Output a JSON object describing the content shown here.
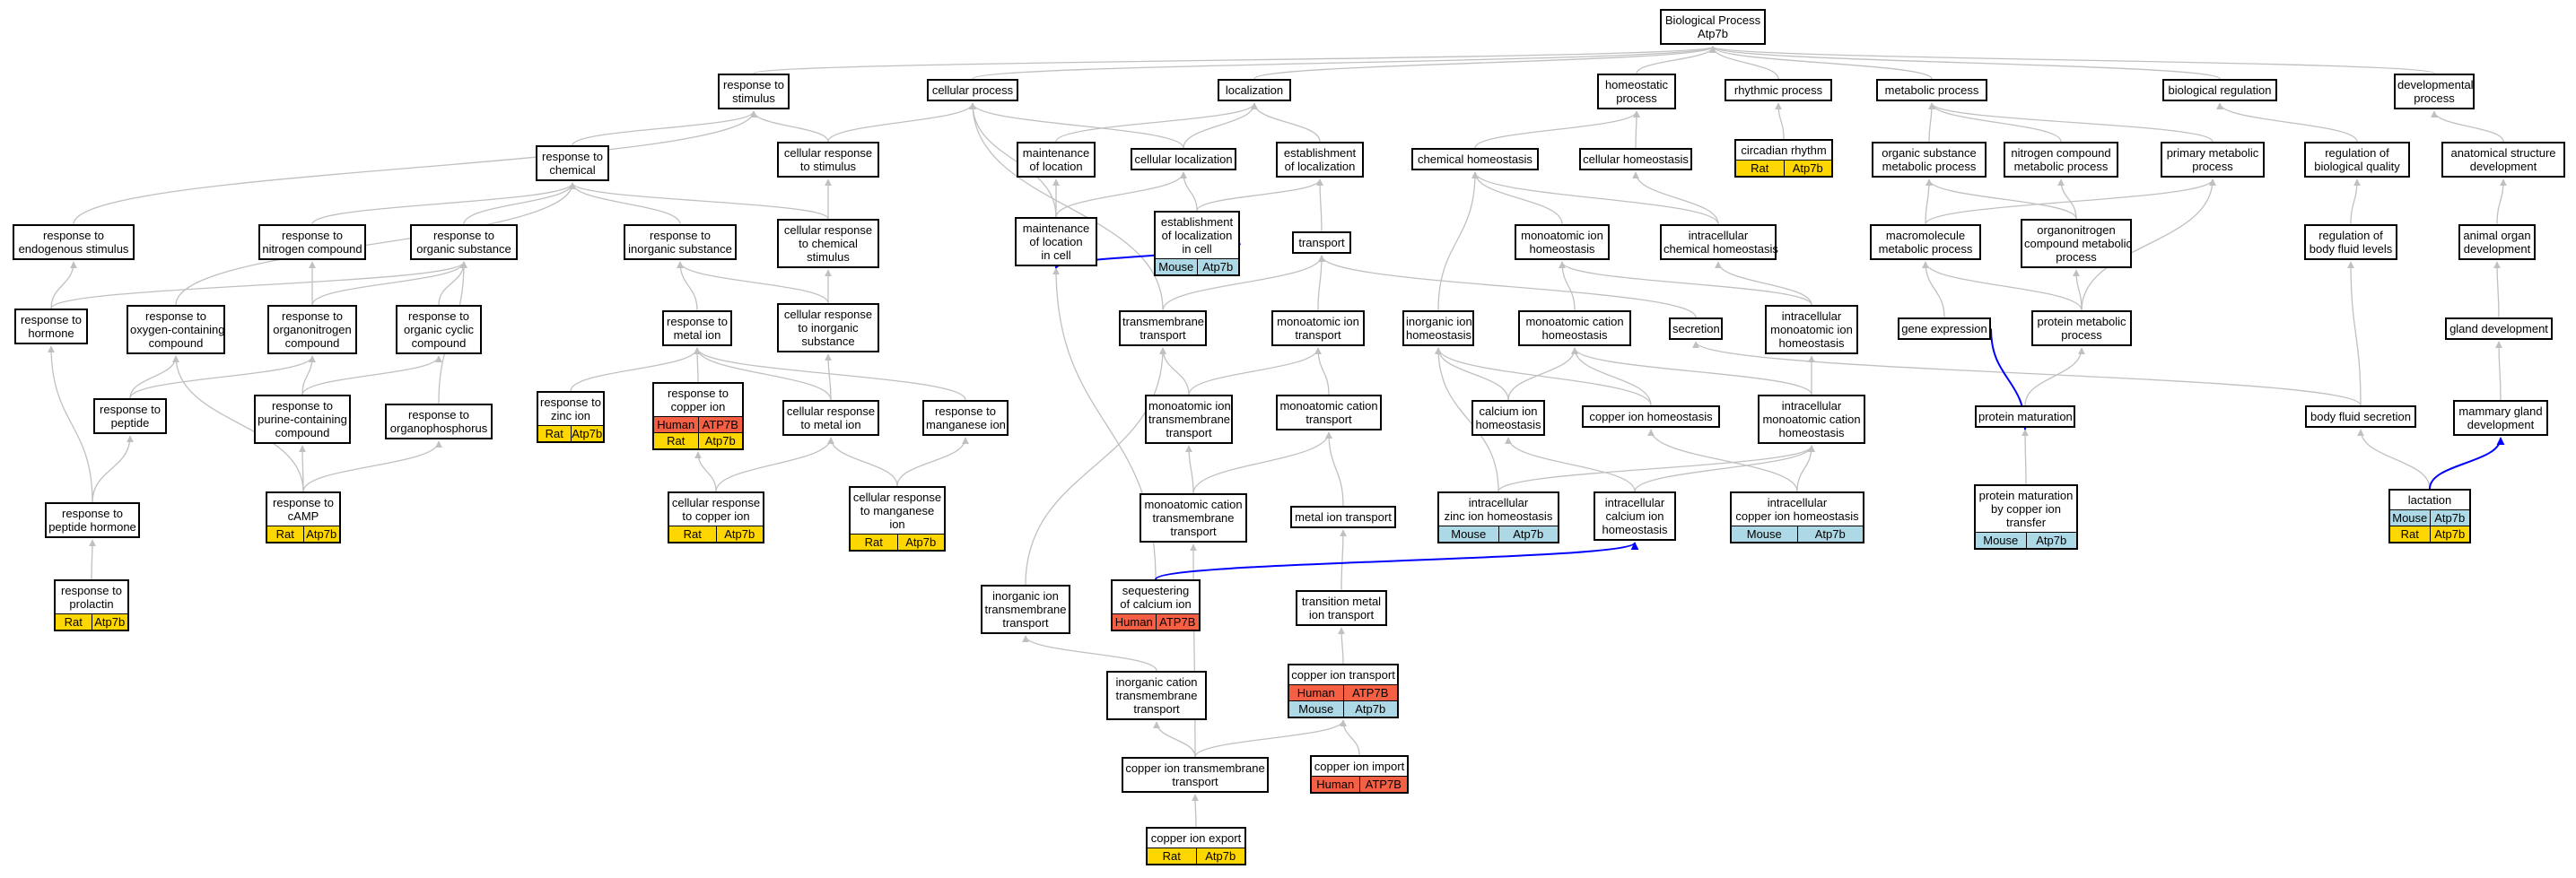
{
  "colors": {
    "rat": "#ffd700",
    "mouse": "#add8e6",
    "human": "#f56045",
    "edge": "#c0c0c0",
    "edge_highlight": "#0000ff"
  },
  "nodes": [
    {
      "id": "root",
      "label": "Biological Process\nAtp7b"
    },
    {
      "id": "resp_stim",
      "label": "response to\nstimulus"
    },
    {
      "id": "cell_proc",
      "label": "cellular process"
    },
    {
      "id": "localization",
      "label": "localization"
    },
    {
      "id": "homeostatic",
      "label": "homeostatic\nprocess"
    },
    {
      "id": "rhythmic",
      "label": "rhythmic process"
    },
    {
      "id": "metabolic",
      "label": "metabolic process"
    },
    {
      "id": "bioreg",
      "label": "biological regulation"
    },
    {
      "id": "developmental",
      "label": "developmental\nprocess"
    },
    {
      "id": "resp_chem",
      "label": "response to\nchemical"
    },
    {
      "id": "cell_resp_stim",
      "label": "cellular response\nto stimulus"
    },
    {
      "id": "maint_loc",
      "label": "maintenance\nof location"
    },
    {
      "id": "cell_loc",
      "label": "cellular localization"
    },
    {
      "id": "estab_loc",
      "label": "establishment\nof localization"
    },
    {
      "id": "chem_homeo",
      "label": "chemical homeostasis"
    },
    {
      "id": "cell_homeo",
      "label": "cellular homeostasis"
    },
    {
      "id": "circadian",
      "label": "circadian rhythm",
      "rows": [
        [
          "Rat",
          "Atp7b"
        ]
      ]
    },
    {
      "id": "org_sub_met",
      "label": "organic substance\nmetabolic process"
    },
    {
      "id": "nitro_met",
      "label": "nitrogen compound\nmetabolic process"
    },
    {
      "id": "prim_met",
      "label": "primary metabolic\nprocess"
    },
    {
      "id": "reg_bio_qual",
      "label": "regulation of\nbiological quality"
    },
    {
      "id": "anat_dev",
      "label": "anatomical structure\ndevelopment"
    },
    {
      "id": "resp_endo",
      "label": "response to\nendogenous stimulus"
    },
    {
      "id": "resp_nitro",
      "label": "response to\nnitrogen compound"
    },
    {
      "id": "resp_org",
      "label": "response to\norganic substance"
    },
    {
      "id": "resp_inorg",
      "label": "response to\ninorganic substance"
    },
    {
      "id": "cell_resp_chem",
      "label": "cellular response\nto chemical\nstimulus"
    },
    {
      "id": "maint_loc_cell",
      "label": "maintenance\nof location\nin cell"
    },
    {
      "id": "estab_loc_cell",
      "label": "establishment\nof localization\nin cell",
      "rows": [
        [
          "Mouse",
          "Atp7b"
        ]
      ]
    },
    {
      "id": "transport",
      "label": "transport"
    },
    {
      "id": "mono_ion_homeo",
      "label": "monoatomic ion\nhomeostasis"
    },
    {
      "id": "intra_chem_homeo",
      "label": "intracellular\nchemical homeostasis"
    },
    {
      "id": "macro_met",
      "label": "macromolecule\nmetabolic process"
    },
    {
      "id": "organonitro_met",
      "label": "organonitrogen\ncompound metabolic\nprocess"
    },
    {
      "id": "reg_body_fluid",
      "label": "regulation of\nbody fluid levels"
    },
    {
      "id": "animal_organ_dev",
      "label": "animal organ\ndevelopment"
    },
    {
      "id": "resp_hormone",
      "label": "response to\nhormone"
    },
    {
      "id": "resp_oxy",
      "label": "response to\noxygen-containing\ncompound"
    },
    {
      "id": "resp_organonitro",
      "label": "response to\norganonitrogen\ncompound"
    },
    {
      "id": "resp_org_cyclic",
      "label": "response to\norganic cyclic\ncompound"
    },
    {
      "id": "resp_metal",
      "label": "response to\nmetal ion"
    },
    {
      "id": "cell_resp_inorg",
      "label": "cellular response\nto inorganic\nsubstance"
    },
    {
      "id": "transmembrane",
      "label": "transmembrane\ntransport"
    },
    {
      "id": "mono_ion_transport",
      "label": "monoatomic ion\ntransport"
    },
    {
      "id": "inorg_ion_homeo",
      "label": "inorganic ion\nhomeostasis"
    },
    {
      "id": "mono_cation_homeo",
      "label": "monoatomic cation\nhomeostasis"
    },
    {
      "id": "secretion",
      "label": "secretion"
    },
    {
      "id": "intra_mono_ion_homeo",
      "label": "intracellular\nmonoatomic ion\nhomeostasis"
    },
    {
      "id": "gene_expr",
      "label": "gene expression"
    },
    {
      "id": "protein_met",
      "label": "protein metabolic\nprocess"
    },
    {
      "id": "gland_dev",
      "label": "gland development"
    },
    {
      "id": "resp_peptide",
      "label": "response to\npeptide"
    },
    {
      "id": "resp_purine",
      "label": "response to\npurine-containing\ncompound"
    },
    {
      "id": "resp_organophos",
      "label": "response to\norganophosphorus"
    },
    {
      "id": "resp_zinc",
      "label": "response to\nzinc ion",
      "rows": [
        [
          "Rat",
          "Atp7b"
        ]
      ]
    },
    {
      "id": "resp_copper",
      "label": "response to\ncopper ion",
      "rows": [
        [
          "Human",
          "ATP7B"
        ],
        [
          "Rat",
          "Atp7b"
        ]
      ]
    },
    {
      "id": "cell_resp_metal",
      "label": "cellular response\nto metal ion"
    },
    {
      "id": "resp_manganese",
      "label": "response to\nmanganese ion"
    },
    {
      "id": "mono_ion_tm",
      "label": "monoatomic ion\ntransmembrane\ntransport"
    },
    {
      "id": "mono_cation_transport",
      "label": "monoatomic cation\ntransport"
    },
    {
      "id": "calcium_homeo",
      "label": "calcium ion\nhomeostasis"
    },
    {
      "id": "copper_homeo",
      "label": "copper ion homeostasis"
    },
    {
      "id": "intra_mono_cation_homeo",
      "label": "intracellular\nmonoatomic cation\nhomeostasis"
    },
    {
      "id": "protein_mat",
      "label": "protein maturation"
    },
    {
      "id": "body_fluid_sec",
      "label": "body fluid secretion"
    },
    {
      "id": "mammary_dev",
      "label": "mammary gland\ndevelopment"
    },
    {
      "id": "resp_peptide_hormone",
      "label": "response to\npeptide hormone"
    },
    {
      "id": "resp_camp",
      "label": "response to\ncAMP",
      "rows": [
        [
          "Rat",
          "Atp7b"
        ]
      ]
    },
    {
      "id": "cell_resp_copper",
      "label": "cellular response\nto copper ion",
      "rows": [
        [
          "Rat",
          "Atp7b"
        ]
      ]
    },
    {
      "id": "cell_resp_manganese",
      "label": "cellular response\nto manganese\nion",
      "rows": [
        [
          "Rat",
          "Atp7b"
        ]
      ]
    },
    {
      "id": "mono_cation_tm",
      "label": "monoatomic cation\ntransmembrane\ntransport"
    },
    {
      "id": "metal_ion_transport",
      "label": "metal ion transport"
    },
    {
      "id": "intra_zinc_homeo",
      "label": "intracellular\nzinc ion homeostasis",
      "rows": [
        [
          "Mouse",
          "Atp7b"
        ]
      ]
    },
    {
      "id": "intra_calcium_homeo",
      "label": "intracellular\ncalcium ion\nhomeostasis"
    },
    {
      "id": "intra_copper_homeo",
      "label": "intracellular\ncopper ion homeostasis",
      "rows": [
        [
          "Mouse",
          "Atp7b"
        ]
      ]
    },
    {
      "id": "protein_mat_copper",
      "label": "protein maturation\nby copper ion\ntransfer",
      "rows": [
        [
          "Mouse",
          "Atp7b"
        ]
      ]
    },
    {
      "id": "lactation",
      "label": "lactation",
      "rows": [
        [
          "Mouse",
          "Atp7b"
        ],
        [
          "Rat",
          "Atp7b"
        ]
      ]
    },
    {
      "id": "resp_prolactin",
      "label": "response to\nprolactin",
      "rows": [
        [
          "Rat",
          "Atp7b"
        ]
      ]
    },
    {
      "id": "inorg_ion_tm",
      "label": "inorganic ion\ntransmembrane\ntransport"
    },
    {
      "id": "seq_calcium",
      "label": "sequestering\nof calcium ion",
      "rows": [
        [
          "Human",
          "ATP7B"
        ]
      ]
    },
    {
      "id": "trans_metal_transport",
      "label": "transition metal\nion transport"
    },
    {
      "id": "inorg_cation_tm",
      "label": "inorganic cation\ntransmembrane\ntransport"
    },
    {
      "id": "copper_transport",
      "label": "copper ion transport",
      "rows": [
        [
          "Human",
          "ATP7B"
        ],
        [
          "Mouse",
          "Atp7b"
        ]
      ]
    },
    {
      "id": "copper_tm",
      "label": "copper ion transmembrane\ntransport"
    },
    {
      "id": "copper_import",
      "label": "copper ion import",
      "rows": [
        [
          "Human",
          "ATP7B"
        ]
      ]
    },
    {
      "id": "copper_export",
      "label": "copper ion export",
      "rows": [
        [
          "Rat",
          "Atp7b"
        ]
      ]
    }
  ],
  "edges": [
    [
      "resp_stim",
      "root"
    ],
    [
      "cell_proc",
      "root"
    ],
    [
      "localization",
      "root"
    ],
    [
      "homeostatic",
      "root"
    ],
    [
      "rhythmic",
      "root"
    ],
    [
      "metabolic",
      "root"
    ],
    [
      "bioreg",
      "root"
    ],
    [
      "developmental",
      "root"
    ],
    [
      "resp_chem",
      "resp_stim"
    ],
    [
      "cell_resp_stim",
      "resp_stim"
    ],
    [
      "cell_resp_stim",
      "cell_proc"
    ],
    [
      "maint_loc",
      "localization"
    ],
    [
      "cell_loc",
      "cell_proc"
    ],
    [
      "cell_loc",
      "localization"
    ],
    [
      "estab_loc",
      "localization"
    ],
    [
      "chem_homeo",
      "homeostatic"
    ],
    [
      "cell_homeo",
      "homeostatic"
    ],
    [
      "circadian",
      "rhythmic"
    ],
    [
      "org_sub_met",
      "metabolic"
    ],
    [
      "nitro_met",
      "metabolic"
    ],
    [
      "prim_met",
      "metabolic"
    ],
    [
      "reg_bio_qual",
      "bioreg"
    ],
    [
      "anat_dev",
      "developmental"
    ],
    [
      "resp_endo",
      "resp_stim"
    ],
    [
      "resp_nitro",
      "resp_chem"
    ],
    [
      "resp_org",
      "resp_chem"
    ],
    [
      "resp_inorg",
      "resp_chem"
    ],
    [
      "cell_resp_chem",
      "resp_chem"
    ],
    [
      "cell_resp_chem",
      "cell_resp_stim"
    ],
    [
      "maint_loc_cell",
      "maint_loc"
    ],
    [
      "maint_loc_cell",
      "cell_proc"
    ],
    [
      "maint_loc_cell",
      "cell_loc"
    ],
    [
      "estab_loc_cell",
      "cell_loc"
    ],
    [
      "estab_loc_cell",
      "estab_loc"
    ],
    [
      "transport",
      "estab_loc"
    ],
    [
      "mono_ion_homeo",
      "chem_homeo"
    ],
    [
      "intra_chem_homeo",
      "chem_homeo"
    ],
    [
      "intra_chem_homeo",
      "cell_homeo"
    ],
    [
      "macro_met",
      "org_sub_met"
    ],
    [
      "organonitro_met",
      "org_sub_met"
    ],
    [
      "organonitro_met",
      "nitro_met"
    ],
    [
      "macro_met",
      "prim_met"
    ],
    [
      "reg_body_fluid",
      "reg_bio_qual"
    ],
    [
      "animal_organ_dev",
      "anat_dev"
    ],
    [
      "resp_hormone",
      "resp_endo"
    ],
    [
      "resp_hormone",
      "resp_org"
    ],
    [
      "resp_oxy",
      "resp_chem"
    ],
    [
      "resp_organonitro",
      "resp_nitro"
    ],
    [
      "resp_organonitro",
      "resp_org"
    ],
    [
      "resp_org_cyclic",
      "resp_org"
    ],
    [
      "resp_metal",
      "resp_inorg"
    ],
    [
      "cell_resp_inorg",
      "resp_inorg"
    ],
    [
      "cell_resp_inorg",
      "cell_resp_chem"
    ],
    [
      "transmembrane",
      "transport"
    ],
    [
      "transmembrane",
      "cell_proc"
    ],
    [
      "mono_ion_transport",
      "transport"
    ],
    [
      "inorg_ion_homeo",
      "chem_homeo"
    ],
    [
      "mono_cation_homeo",
      "mono_ion_homeo"
    ],
    [
      "secretion",
      "transport"
    ],
    [
      "intra_mono_ion_homeo",
      "mono_ion_homeo"
    ],
    [
      "intra_mono_ion_homeo",
      "intra_chem_homeo"
    ],
    [
      "gene_expr",
      "macro_met"
    ],
    [
      "protein_met",
      "macro_met"
    ],
    [
      "protein_met",
      "prim_met"
    ],
    [
      "protein_met",
      "organonitro_met"
    ],
    [
      "gland_dev",
      "animal_organ_dev"
    ],
    [
      "resp_peptide",
      "resp_oxy"
    ],
    [
      "resp_peptide",
      "resp_organonitro"
    ],
    [
      "resp_purine",
      "resp_organonitro"
    ],
    [
      "resp_purine",
      "resp_org_cyclic"
    ],
    [
      "resp_organophos",
      "resp_org"
    ],
    [
      "resp_zinc",
      "resp_metal"
    ],
    [
      "resp_copper",
      "resp_metal"
    ],
    [
      "cell_resp_metal",
      "resp_metal"
    ],
    [
      "cell_resp_metal",
      "cell_resp_inorg"
    ],
    [
      "resp_manganese",
      "resp_metal"
    ],
    [
      "mono_ion_tm",
      "transmembrane"
    ],
    [
      "mono_ion_tm",
      "mono_ion_transport"
    ],
    [
      "mono_cation_transport",
      "mono_ion_transport"
    ],
    [
      "calcium_homeo",
      "inorg_ion_homeo"
    ],
    [
      "calcium_homeo",
      "mono_cation_homeo"
    ],
    [
      "copper_homeo",
      "inorg_ion_homeo"
    ],
    [
      "copper_homeo",
      "mono_cation_homeo"
    ],
    [
      "intra_mono_cation_homeo",
      "mono_cation_homeo"
    ],
    [
      "intra_mono_cation_homeo",
      "intra_mono_ion_homeo"
    ],
    [
      "protein_mat",
      "protein_met"
    ],
    [
      "body_fluid_sec",
      "secretion"
    ],
    [
      "body_fluid_sec",
      "reg_body_fluid"
    ],
    [
      "mammary_dev",
      "gland_dev"
    ],
    [
      "resp_peptide_hormone",
      "resp_hormone"
    ],
    [
      "resp_peptide_hormone",
      "resp_peptide"
    ],
    [
      "resp_camp",
      "resp_oxy"
    ],
    [
      "resp_camp",
      "resp_purine"
    ],
    [
      "resp_camp",
      "resp_organophos"
    ],
    [
      "cell_resp_copper",
      "resp_copper"
    ],
    [
      "cell_resp_copper",
      "cell_resp_metal"
    ],
    [
      "cell_resp_manganese",
      "cell_resp_metal"
    ],
    [
      "cell_resp_manganese",
      "resp_manganese"
    ],
    [
      "mono_cation_tm",
      "mono_ion_tm"
    ],
    [
      "mono_cation_tm",
      "mono_cation_transport"
    ],
    [
      "metal_ion_transport",
      "mono_cation_transport"
    ],
    [
      "intra_zinc_homeo",
      "inorg_ion_homeo"
    ],
    [
      "intra_zinc_homeo",
      "intra_mono_cation_homeo"
    ],
    [
      "intra_calcium_homeo",
      "calcium_homeo"
    ],
    [
      "intra_calcium_homeo",
      "intra_mono_cation_homeo"
    ],
    [
      "intra_copper_homeo",
      "copper_homeo"
    ],
    [
      "intra_copper_homeo",
      "intra_mono_cation_homeo"
    ],
    [
      "protein_mat_copper",
      "protein_mat"
    ],
    [
      "lactation",
      "body_fluid_sec"
    ],
    [
      "resp_prolactin",
      "resp_peptide_hormone"
    ],
    [
      "inorg_ion_tm",
      "transmembrane"
    ],
    [
      "seq_calcium",
      "maint_loc_cell"
    ],
    [
      "trans_metal_transport",
      "metal_ion_transport"
    ],
    [
      "inorg_cation_tm",
      "inorg_ion_tm"
    ],
    [
      "copper_transport",
      "trans_metal_transport"
    ],
    [
      "copper_tm",
      "inorg_cation_tm"
    ],
    [
      "copper_tm",
      "mono_cation_tm"
    ],
    [
      "copper_tm",
      "copper_transport"
    ],
    [
      "copper_import",
      "copper_transport"
    ],
    [
      "copper_export",
      "copper_tm"
    ],
    [
      "estab_loc_cell",
      "maint_loc_cell",
      "hl"
    ],
    [
      "gene_expr",
      "protein_mat",
      "hl"
    ],
    [
      "seq_calcium",
      "intra_calcium_homeo",
      "hl"
    ],
    [
      "lactation",
      "mammary_dev",
      "hl"
    ]
  ]
}
